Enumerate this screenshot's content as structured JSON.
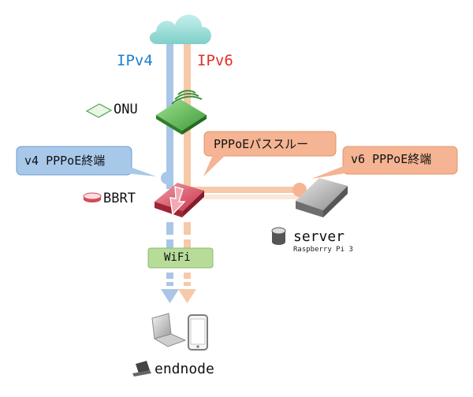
{
  "labels": {
    "ipv4": "IPv4",
    "ipv6": "IPv6",
    "onu": "ONU",
    "bbrt": "BBRT",
    "server": "server",
    "server_model": "Raspberry Pi 3",
    "endnode": "endnode",
    "wifi": "WiFi"
  },
  "callouts": {
    "v4_pppoe": "v4 PPPoE終端",
    "pppoe_passthrough": "PPPoEパススルー",
    "v6_pppoe": "v6 PPPoE終端"
  },
  "icons": {
    "internet": "cloud-icon",
    "onu": "onu-device-icon",
    "bbrt": "router-icon",
    "server": "server-box-icon",
    "endnodes": [
      "laptop-icon",
      "smartphone-icon"
    ]
  },
  "colors": {
    "ipv4_line": "#a9c6e6",
    "ipv6_line": "#f6c9a8",
    "ipv4_text": "#1b7fd0",
    "ipv6_text": "#e0302a",
    "v4_callout": "#a8c8ea",
    "pppoe_callout": "#f5b493",
    "wifi_box": "#b7dc9a",
    "onu": "#4ea64a",
    "bbrt": "#d64a5a",
    "server": "#9a9a9a",
    "cloud": "#8fd6d2"
  }
}
